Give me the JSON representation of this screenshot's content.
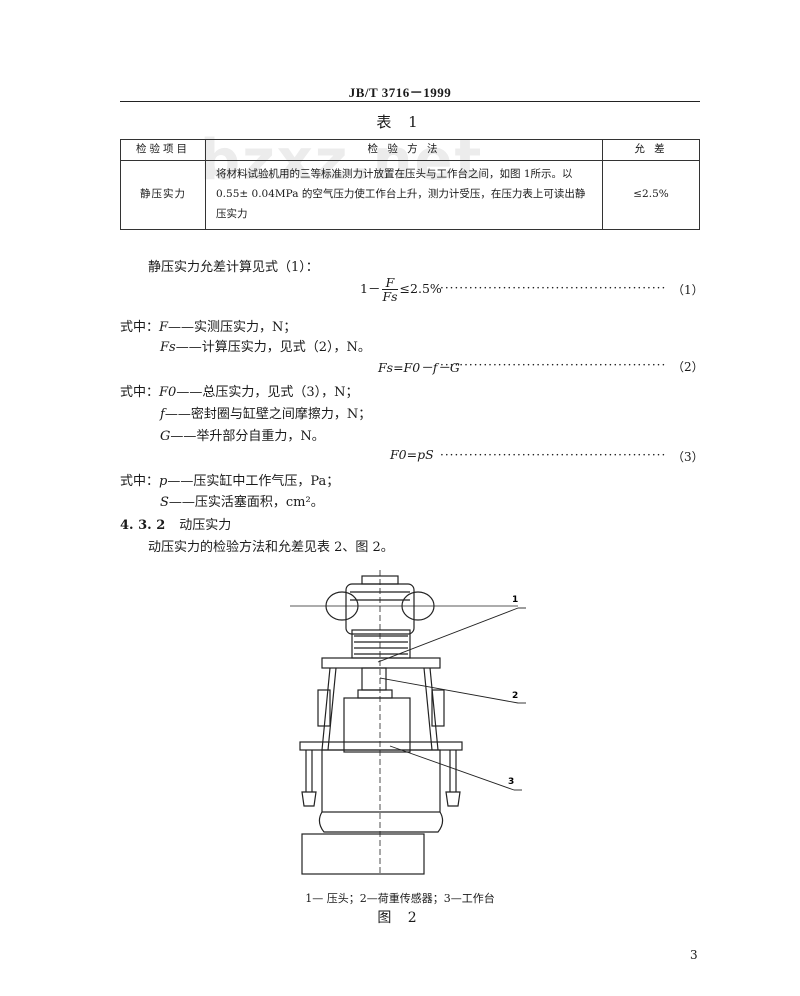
{
  "header": {
    "code": "JB/T  3716－1999"
  },
  "table": {
    "title": "表 1",
    "headers": {
      "item": "检验项目",
      "method": "检  验  方  法",
      "tolerance": "允     差"
    },
    "row": {
      "item": "静压实力",
      "method": "将材料试验机用的三等标准测力计放置在压头与工作台之间，如图 1所示。以 0.55± 0.04MPa 的空气压力使工作台上升，测力计受压，在压力表上可读出静压实力",
      "tolerance": "≤2.5%"
    }
  },
  "watermark": "bzxz.net",
  "body": {
    "intro": "静压实力允差计算见式（1）：",
    "eq1": {
      "prefix": "1－",
      "num": "F",
      "den": "Fs",
      "suffix": "≤2.5%",
      "number": "（1）"
    },
    "where1": [
      {
        "lead": "式中：",
        "sym": "F",
        "text": "——实测压实力，N；"
      },
      {
        "lead": "",
        "sym": "Fs",
        "text": "——计算压实力，见式（2），N。"
      }
    ],
    "eq2": {
      "formula": "Fs=F0－f－G",
      "number": "（2）"
    },
    "where2": [
      {
        "lead": "式中：",
        "sym": "F0",
        "text": "——总压实力，见式（3），N；"
      },
      {
        "lead": "",
        "sym": "f",
        "text": "——密封圈与缸壁之间摩擦力，N；"
      },
      {
        "lead": "",
        "sym": "G",
        "text": "——举升部分自重力，N。"
      }
    ],
    "eq3": {
      "formula": "F0=pS",
      "number": "（3）"
    },
    "where3": [
      {
        "lead": "式中：",
        "sym": "p",
        "text": "——压实缸中工作气压，Pa；"
      },
      {
        "lead": "",
        "sym": "S",
        "text": "——压实活塞面积，cm²。"
      }
    ],
    "section": {
      "number": "4. 3. 2",
      "title": "动压实力"
    },
    "section_text": "动压实力的检验方法和允差见表 2、图 2。"
  },
  "figure": {
    "callouts": [
      "1",
      "2",
      "3"
    ],
    "caption": "1— 压头；2—荷重传感器；3—工作台",
    "label": "图 2"
  },
  "page_number": "3"
}
